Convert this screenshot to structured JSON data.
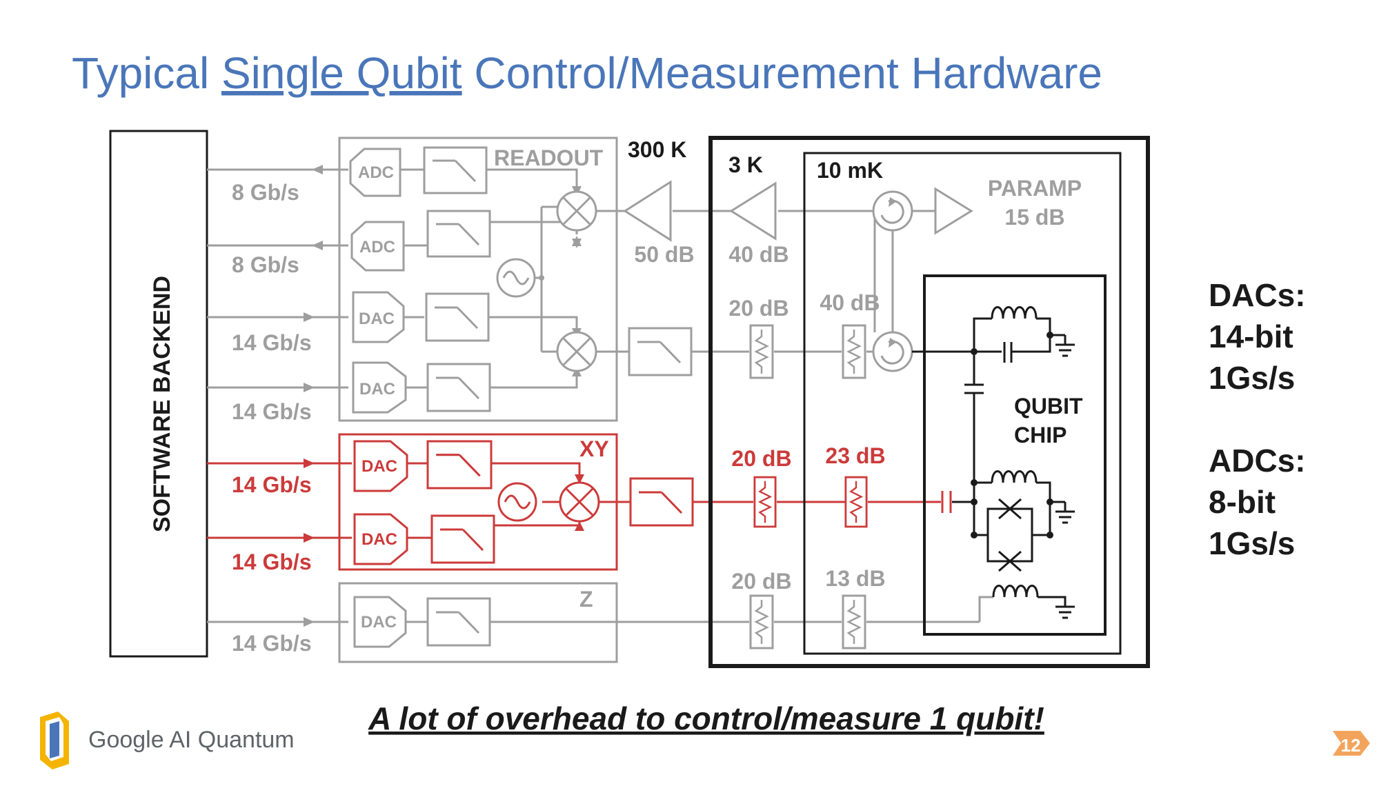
{
  "slide": {
    "title_pre": "Typical ",
    "title_underlined": "Single Qubit",
    "title_post": " Control/Measurement Hardware",
    "footer_caption": "A lot of overhead to control/measure 1 qubit!",
    "brand": "Google AI Quantum",
    "page_number": "12",
    "colors": {
      "title": "#4a76b9",
      "gray": "#9e9e9e",
      "red": "#cc3a3a",
      "black": "#1a1a1a"
    }
  },
  "diagram": {
    "backend_label": "SOFTWARE BACKEND",
    "rates": {
      "r1": "8 Gb/s",
      "r2": "8 Gb/s",
      "r3": "14 Gb/s",
      "r4": "14 Gb/s",
      "r5": "14 Gb/s",
      "r6": "14 Gb/s",
      "r7": "14 Gb/s"
    },
    "chip_labels": {
      "adc1": "ADC",
      "adc2": "ADC",
      "dac1": "DAC",
      "dac2": "DAC",
      "dac3": "DAC",
      "dac4": "DAC",
      "dac5": "DAC"
    },
    "groups": {
      "readout": "READOUT",
      "xy": "XY",
      "z": "Z"
    },
    "stages": {
      "room": "300 K",
      "k3": "3 K",
      "mk": "10 mK"
    },
    "amplifiers": {
      "room_gain": "50 dB",
      "k3_gain": "40 dB",
      "paramp": "PARAMP",
      "paramp_gain": "15 dB"
    },
    "attenuators": {
      "readout_3k": "20 dB",
      "readout_mk": "40 dB",
      "xy_3k": "20 dB",
      "xy_mk": "23 dB",
      "z_3k": "20 dB",
      "z_mk": "13 dB"
    },
    "qubit_chip_line1": "QUBIT",
    "qubit_chip_line2": "CHIP"
  },
  "specs": {
    "dac_title": "DACs:",
    "dac_bits": "14-bit",
    "dac_rate": "1Gs/s",
    "adc_title": "ADCs:",
    "adc_bits": "8-bit",
    "adc_rate": "1Gs/s"
  }
}
